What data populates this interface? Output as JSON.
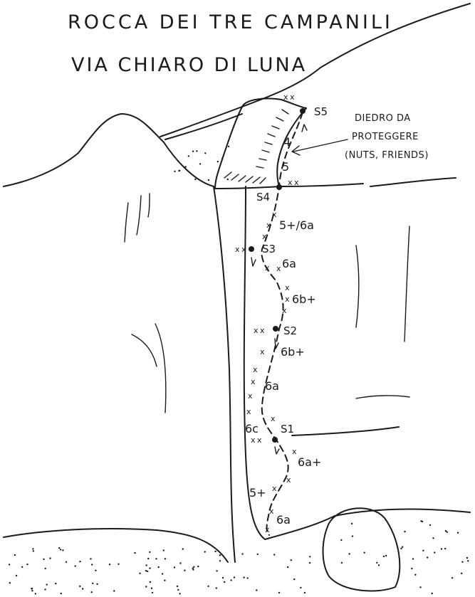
{
  "title": "ROCCA DEI TRE CAMPANILI",
  "subtitle": "VIA CHIARO DI LUNA",
  "annotation": {
    "lines": [
      "DIEDRO DA",
      "PROTEGGERE",
      "(NUTS, FRIENDS)"
    ]
  },
  "stations": [
    "S5",
    "S4",
    "S3",
    "S2",
    "S1"
  ],
  "grades": [
    "4",
    "5",
    "5+/6a",
    "6a",
    "6b+",
    "6b+",
    "6a",
    "6c",
    "6a+",
    "5+",
    "6a"
  ],
  "bolt_mark": "x"
}
